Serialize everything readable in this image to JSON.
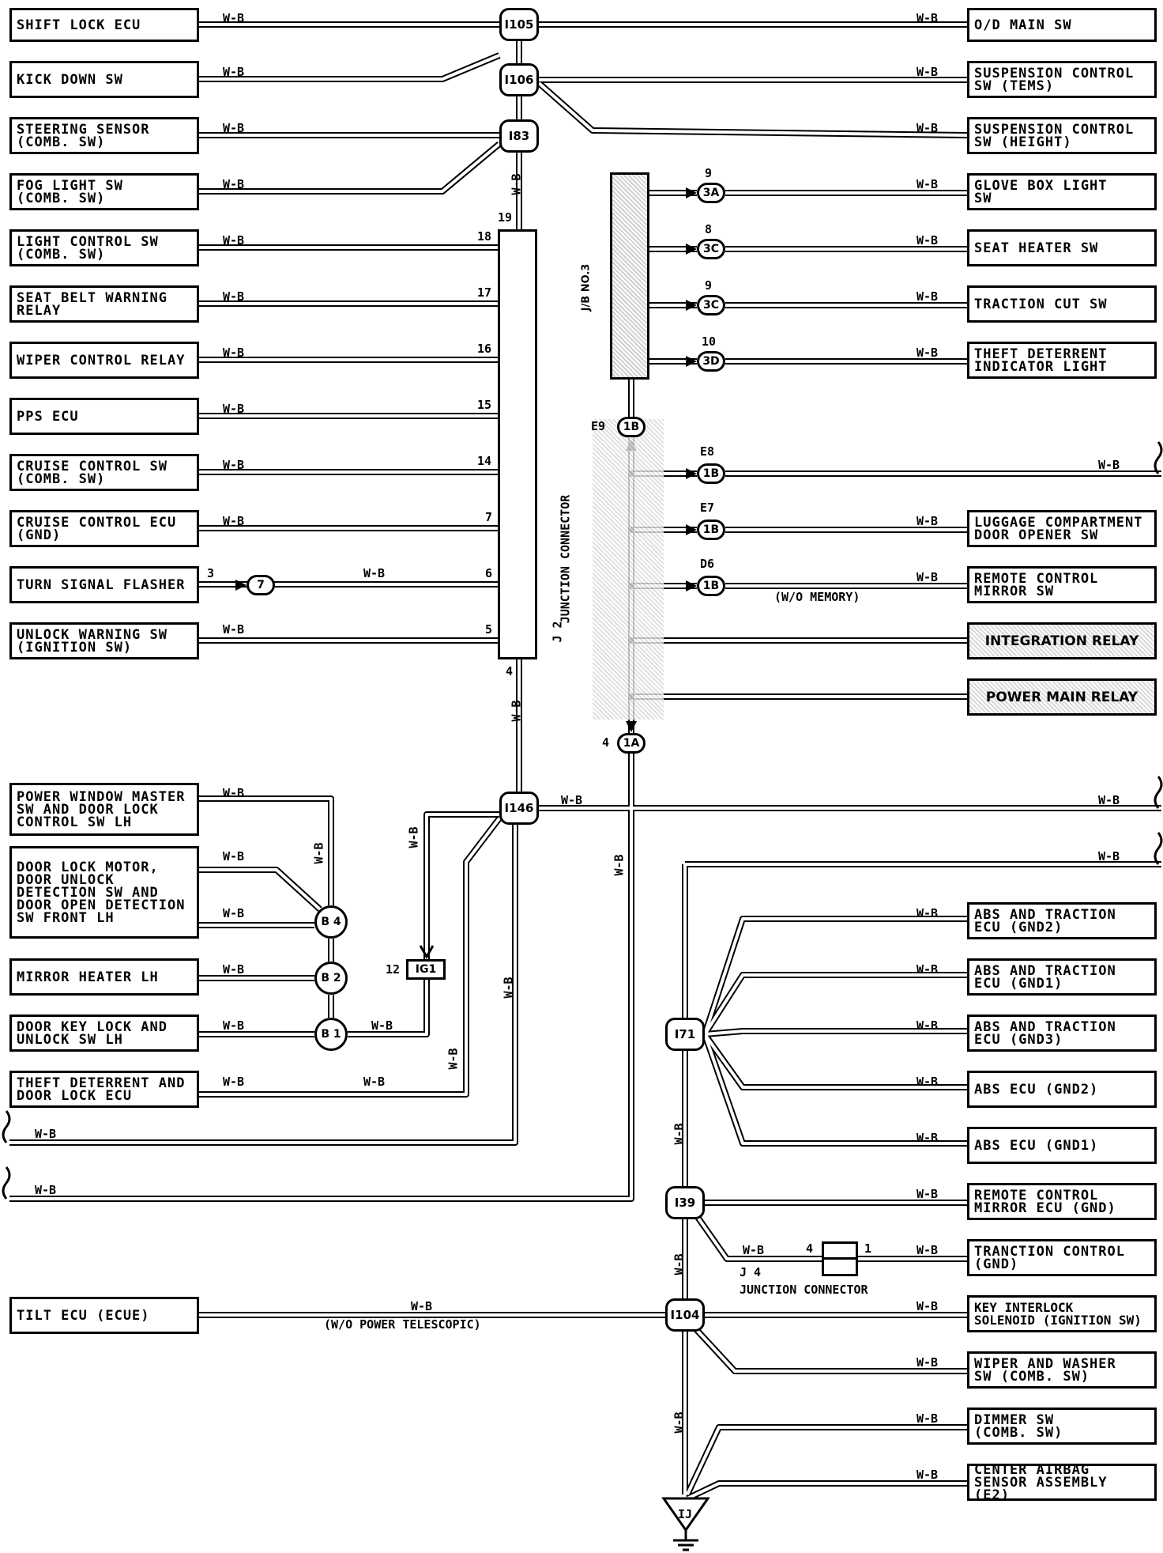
{
  "wire_color": "W-B",
  "left_boxes": [
    {
      "label": "SHIFT LOCK ECU"
    },
    {
      "label": "KICK DOWN SW"
    },
    {
      "label": "STEERING SENSOR\n(COMB. SW)"
    },
    {
      "label": "FOG LIGHT SW\n(COMB. SW)"
    },
    {
      "label": "LIGHT CONTROL SW\n(COMB. SW)"
    },
    {
      "label": "SEAT BELT WARNING\nRELAY"
    },
    {
      "label": "WIPER CONTROL RELAY"
    },
    {
      "label": "PPS ECU"
    },
    {
      "label": "CRUISE CONTROL SW\n(COMB. SW)"
    },
    {
      "label": "CRUISE CONTROL ECU\n(GND)"
    },
    {
      "label": "TURN SIGNAL FLASHER"
    },
    {
      "label": "UNLOCK WARNING SW\n(IGNITION SW)"
    },
    {
      "label": "POWER WINDOW MASTER\nSW AND DOOR LOCK\nCONTROL SW LH"
    },
    {
      "label": "DOOR LOCK MOTOR,\nDOOR UNLOCK\nDETECTION SW AND\nDOOR OPEN DETECTION\nSW FRONT LH"
    },
    {
      "label": "MIRROR HEATER LH"
    },
    {
      "label": "DOOR KEY LOCK AND\nUNLOCK SW LH"
    },
    {
      "label": "THEFT DETERRENT AND\nDOOR LOCK ECU"
    },
    {
      "label": "TILT ECU (ECUE)"
    }
  ],
  "right_boxes": [
    {
      "label": "O/D MAIN SW"
    },
    {
      "label": "SUSPENSION CONTROL\nSW (TEMS)"
    },
    {
      "label": "SUSPENSION CONTROL\nSW (HEIGHT)"
    },
    {
      "label": "GLOVE BOX LIGHT\nSW"
    },
    {
      "label": "SEAT HEATER SW"
    },
    {
      "label": "TRACTION CUT SW"
    },
    {
      "label": "THEFT DETERRENT\nINDICATOR LIGHT"
    },
    {
      "label": "LUGGAGE COMPARTMENT\nDOOR OPENER SW"
    },
    {
      "label": "REMOTE CONTROL\nMIRROR SW"
    },
    {
      "label": "INTEGRATION RELAY"
    },
    {
      "label": "POWER MAIN RELAY"
    },
    {
      "label": "ABS AND TRACTION\nECU (GND2)"
    },
    {
      "label": "ABS AND TRACTION\nECU (GND1)"
    },
    {
      "label": "ABS AND TRACTION\nECU (GND3)"
    },
    {
      "label": "ABS ECU (GND2)"
    },
    {
      "label": "ABS ECU (GND1)"
    },
    {
      "label": "REMOTE CONTROL\nMIRROR ECU (GND)"
    },
    {
      "label": "TRANCTION CONTROL\n(GND)"
    },
    {
      "label": "KEY INTERLOCK\nSOLENOID (IGNITION SW)"
    },
    {
      "label": "WIPER AND WASHER\nSW (COMB. SW)"
    },
    {
      "label": "DIMMER SW\n(COMB. SW)"
    },
    {
      "label": "CENTER AIRBAG\nSENSOR ASSEMBLY (E2)"
    }
  ],
  "splices": {
    "i105": "I105",
    "i106": "I106",
    "i83": "I83",
    "i146": "I146",
    "i71": "I71",
    "i39": "I39",
    "i104": "I104",
    "ij": "IJ"
  },
  "connectors": {
    "c3a": "3A",
    "c3c1": "3C",
    "c3c2": "3C",
    "c3d": "3D",
    "c1b_e9": "1B",
    "c1b_e8": "1B",
    "c1b_e7": "1B",
    "c1b_d6": "1B",
    "c1a": "1A",
    "c7": "7",
    "b4": "B 4",
    "b2": "B 2",
    "b1": "B 1",
    "ig1": "IG1"
  },
  "pins": {
    "p19": "19",
    "p18": "18",
    "p17": "17",
    "p16": "16",
    "p15": "15",
    "p14": "14",
    "p7": "7",
    "p6": "6",
    "p5": "5",
    "p4": "4",
    "p3": "3",
    "p9a": "9",
    "p8": "8",
    "p9b": "9",
    "p10": "10",
    "p4b": "4",
    "p12": "12",
    "jp4": "4",
    "jp1": "1"
  },
  "codes": {
    "e9": "E9",
    "e8": "E8",
    "e7": "E7",
    "d6": "D6"
  },
  "labels": {
    "jb3": "J/B NO.3",
    "j2": "J 2",
    "junction_connector": "JUNCTION CONNECTOR",
    "j4": "J 4",
    "junction_connector2": "JUNCTION CONNECTOR",
    "wo_memory": "(W/O MEMORY)",
    "wo_power_telescopic": "(W/O POWER TELESCOPIC)"
  }
}
